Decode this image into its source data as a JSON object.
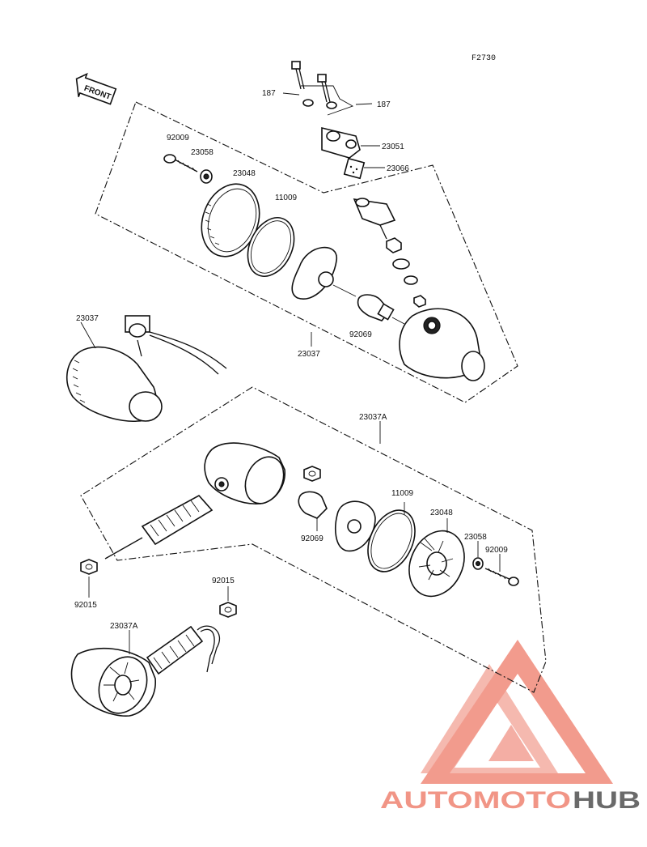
{
  "diagram": {
    "reference": "F2730",
    "front_label": "FRONT",
    "labels": {
      "p187a": "187",
      "p187b": "187",
      "p23051": "23051",
      "p23066": "23066",
      "p92009_top": "92009",
      "p23058_top": "23058",
      "p23048_top": "23048",
      "p11009_top": "11009",
      "p92069_top": "92069",
      "p23037_box": "23037",
      "p23037_left": "23037",
      "p23037A_box": "23037A",
      "p11009_bot": "11009",
      "p23048_bot": "23048",
      "p23058_bot": "23058",
      "p92009_bot": "92009",
      "p92069_bot": "92069",
      "p92015_left": "92015",
      "p92015_mid": "92015",
      "p23037A_left": "23037A"
    }
  },
  "watermark": {
    "part1": "AUTOMOTO",
    "part2": "HUB",
    "color_primary": "#f08a7a",
    "color_secondary": "#f3c590",
    "color_dark": "#5a5a5a"
  }
}
